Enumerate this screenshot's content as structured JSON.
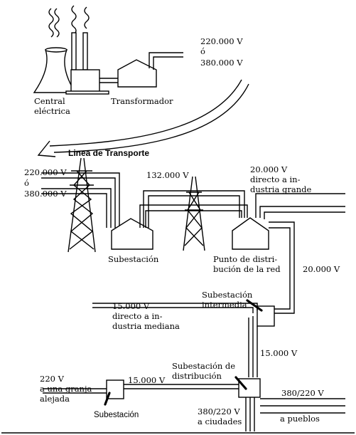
{
  "labels": {
    "central_line1": "Central",
    "central_line2": "eléctrica",
    "transformador": "Transformador",
    "top_v1": "220.000  V",
    "top_o": "ó",
    "top_v2": "380.000  V",
    "linea_transporte": "Linea de Transporte",
    "left_v1": "220.000  V",
    "left_o": "ó",
    "left_v2": "380.000  V",
    "mid_v": "132.000  V",
    "ind_grande_1": "20.000  V",
    "ind_grande_2": "directo a in-",
    "ind_grande_3": "dustria grande",
    "subestacion_1": "Subestación",
    "punto_1": "Punto de distri-",
    "punto_2": "bución de la red",
    "right_v": "20.000  V",
    "sub_interm_1": "Subestación",
    "sub_interm_2": "intermedia",
    "ind_mediana_1": "15.000  V",
    "ind_mediana_2": "directo a in-",
    "ind_mediana_3": "dustria mediana",
    "center_v": "15.000  V",
    "sub_distrib_1": "Subestación de",
    "sub_distrib_2": "distribución",
    "granja_1": "220  V",
    "granja_2": "a una granja",
    "granja_3": "alejada",
    "granja_v": "15.000  V",
    "subestacion_2": "Subestación",
    "pueblos_v": "380/220  V",
    "pueblos": "a  pueblos",
    "ciudades_1": "380/220  V",
    "ciudades_2": "a ciudades"
  }
}
